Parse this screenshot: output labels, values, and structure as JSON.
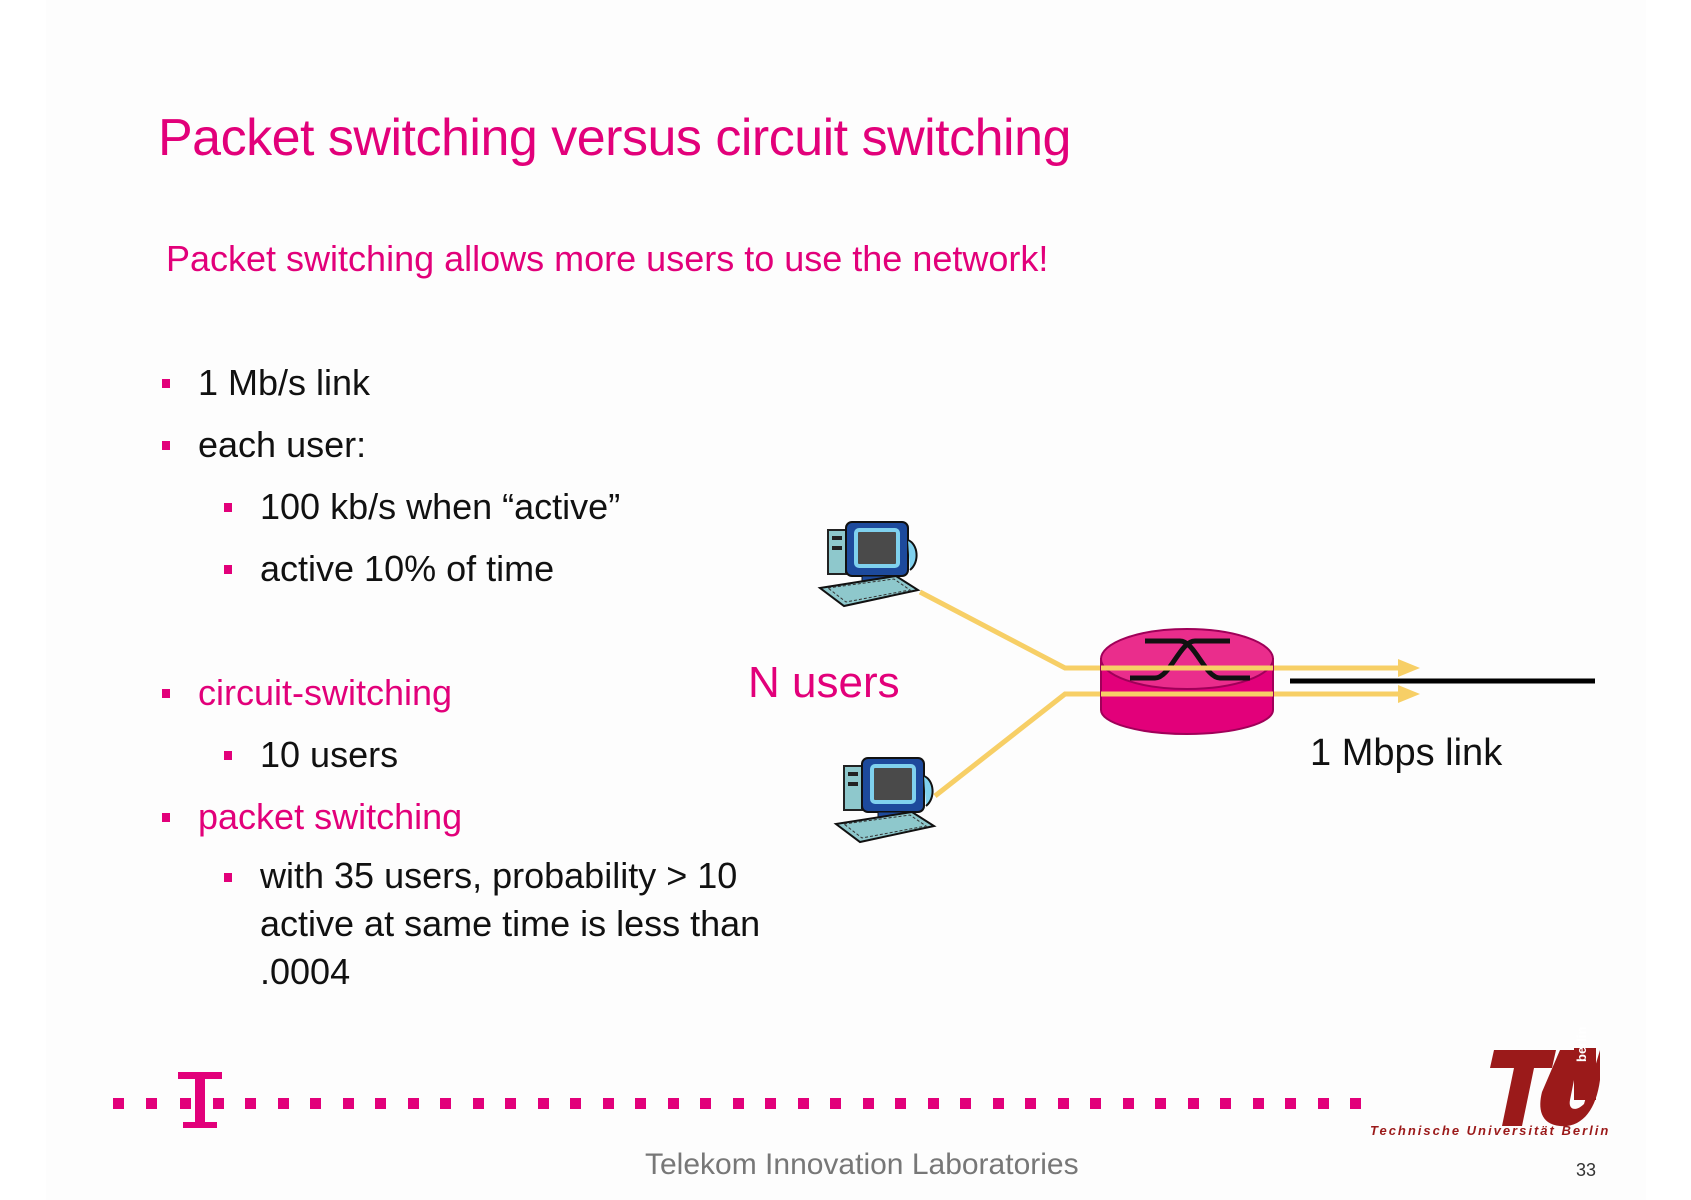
{
  "slide": {
    "title": "Packet switching versus circuit switching",
    "subtitle": "Packet switching allows more users to use the network!",
    "bullets": [
      "1 Mb/s link",
      "each user:",
      "100 kb/s when “active”",
      "active 10% of time",
      "circuit-switching",
      "10 users",
      "packet switching",
      "with 35 users, probability > 10 active at same time is less than .0004"
    ],
    "page_number": "33"
  },
  "diagram": {
    "users_label": "N users",
    "link_label": "1 Mbps link",
    "colors": {
      "router": "#e2007a",
      "flow_lines": "#f7cf66",
      "link": "#000000"
    }
  },
  "footer": {
    "lab_name": "Telekom Innovation Laboratories",
    "telekom_logo": "T",
    "tu_name": "Technische Universität Berlin",
    "tu_logo_text": "berlin"
  }
}
